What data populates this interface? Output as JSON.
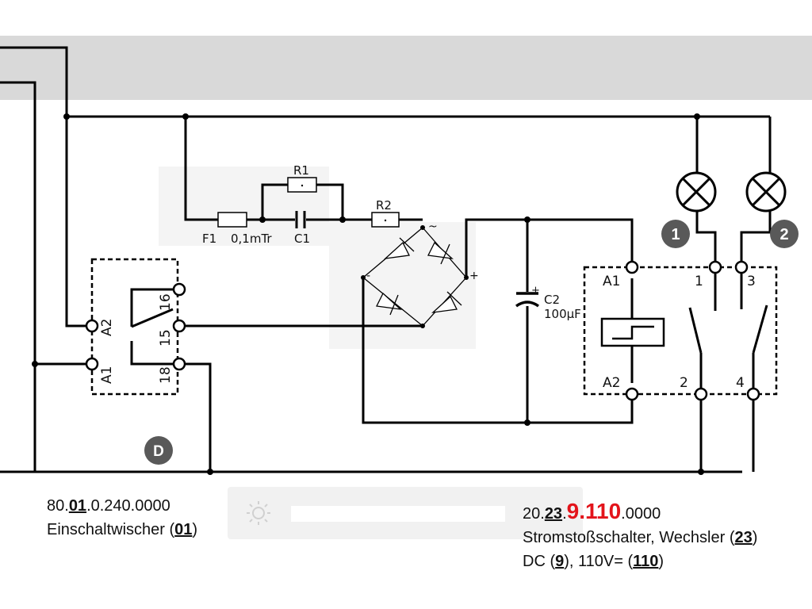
{
  "header": {
    "band_color": "#d9d9d9"
  },
  "diagram": {
    "components": {
      "f1": "F1",
      "f1_rating": "0,1mTr",
      "c1": "C1",
      "r1": "R1",
      "r2": "R2",
      "ac_symbol": "~",
      "minus_symbol": "-",
      "plus_symbol": "+",
      "c2": "C2",
      "c2_value": "100µF",
      "c2_polarity": "+"
    },
    "wiper_terminals": {
      "a2": "A2",
      "a1": "A1",
      "t16": "16",
      "t15": "15",
      "t18": "18"
    },
    "impulse_terminals": {
      "a1": "A1",
      "a2": "A2",
      "t1": "1",
      "t2": "2",
      "t3": "3",
      "t4": "4"
    },
    "badges": {
      "lamp1": "1",
      "lamp2": "2",
      "d": "D"
    },
    "badge_color": "#595959"
  },
  "captions": {
    "left": {
      "code_prefix": "80.",
      "code_bold": "01",
      "code_suffix": ".0.240.0000",
      "desc": "Einschaltwischer (",
      "desc_bold": "01",
      "desc_end": ")"
    },
    "right": {
      "code_prefix": "20.",
      "code_bold": "23",
      "code_dot": ".",
      "code_red": "9.110",
      "code_suffix": ".0000",
      "line2": "Stromstoßschalter, Wechsler (",
      "line2_bold": "23",
      "line2_end": ")",
      "line3_a": "DC (",
      "line3_bold1": "9",
      "line3_b": "), 110V= (",
      "line3_bold2": "110",
      "line3_c": ")",
      "highlight_color": "#e3141b"
    }
  },
  "overlay": {
    "brightness_icon": "sun-icon"
  }
}
